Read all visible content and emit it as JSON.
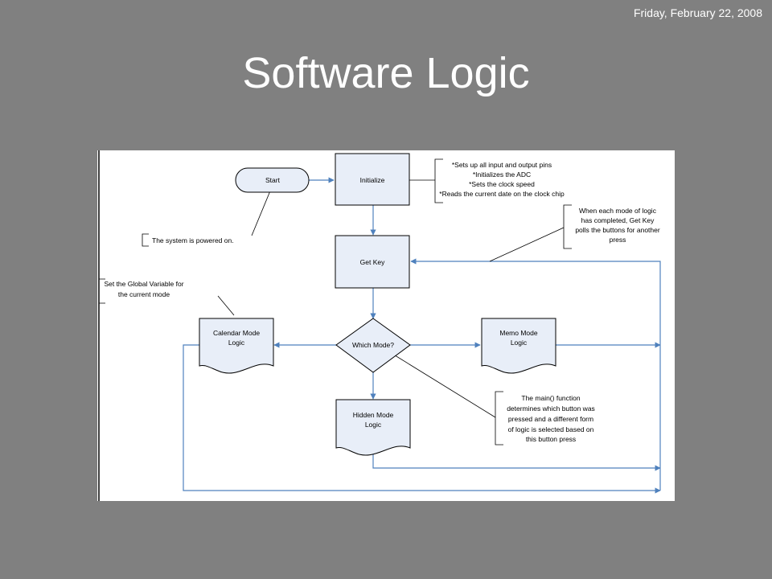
{
  "slide": {
    "date": "Friday, February 22, 2008",
    "title": "Software Logic"
  },
  "flowchart": {
    "nodes": {
      "start": "Start",
      "initialize": "Initialize",
      "get_key": "Get Key",
      "which_mode": "Which Mode?",
      "calendar_mode": [
        "Calendar Mode",
        "Logic"
      ],
      "memo_mode": [
        "Memo Mode",
        "Logic"
      ],
      "hidden_mode": [
        "Hidden Mode",
        "Logic"
      ]
    },
    "annotations": {
      "powered_on": [
        "The system is powered on."
      ],
      "initialize_notes": [
        "*Sets up all input and output pins",
        "*Initializes the ADC",
        "*Sets the clock speed",
        "*Reads the current date on the clock chip"
      ],
      "get_key_note": [
        "When each mode of logic",
        "has completed, Get Key",
        "polls the buttons for another",
        "press"
      ],
      "global_var_note": [
        "Set the Global Variable for",
        "the current mode"
      ],
      "main_function_note": [
        "The main() function",
        "determines which button was",
        "pressed and a different form",
        "of logic is selected based on",
        "this button press"
      ]
    },
    "colors": {
      "box_fill": "#e8eef8",
      "box_stroke": "#000000",
      "connector": "#4f81bd",
      "background": "#ffffff"
    }
  }
}
